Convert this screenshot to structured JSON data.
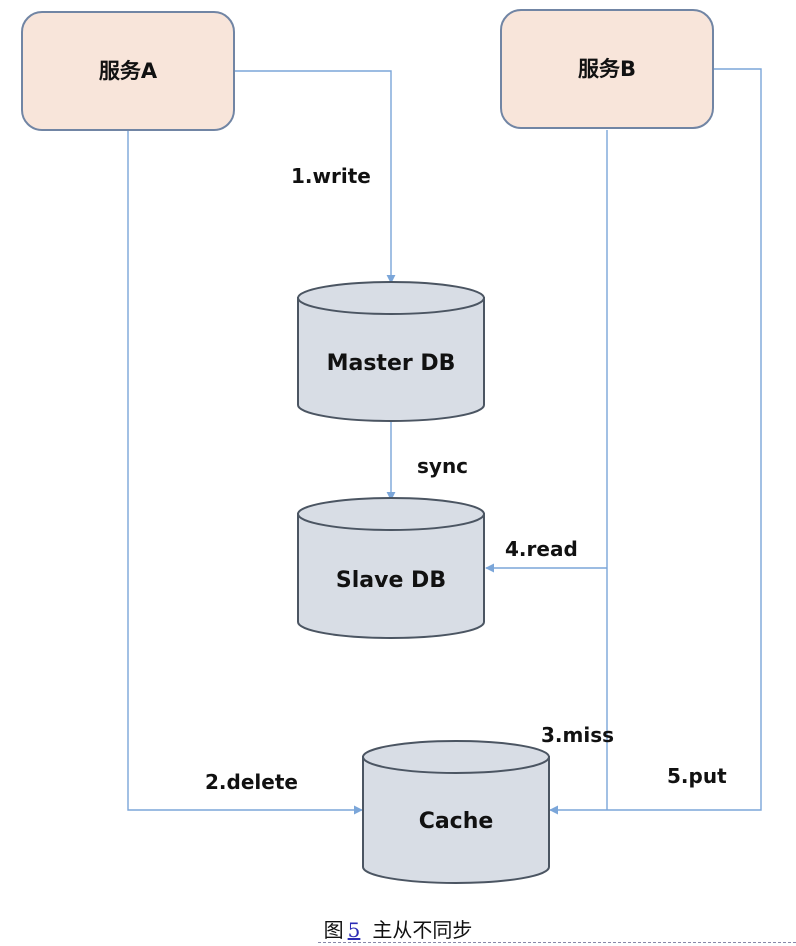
{
  "nodes": {
    "service_a": "服务A",
    "service_b": "服务B",
    "master_db": "Master DB",
    "slave_db": "Slave DB",
    "cache": "Cache"
  },
  "edges": {
    "write": "1.write",
    "delete": "2.delete",
    "miss": "3.miss",
    "read": "4.read",
    "put": "5.put",
    "sync": "sync"
  },
  "caption": {
    "prefix": "图",
    "number": "5",
    "title": "主从不同步"
  },
  "colors": {
    "service_fill": "#f8e5da",
    "db_fill": "#d8dde5",
    "connector": "#7ba6d9"
  }
}
